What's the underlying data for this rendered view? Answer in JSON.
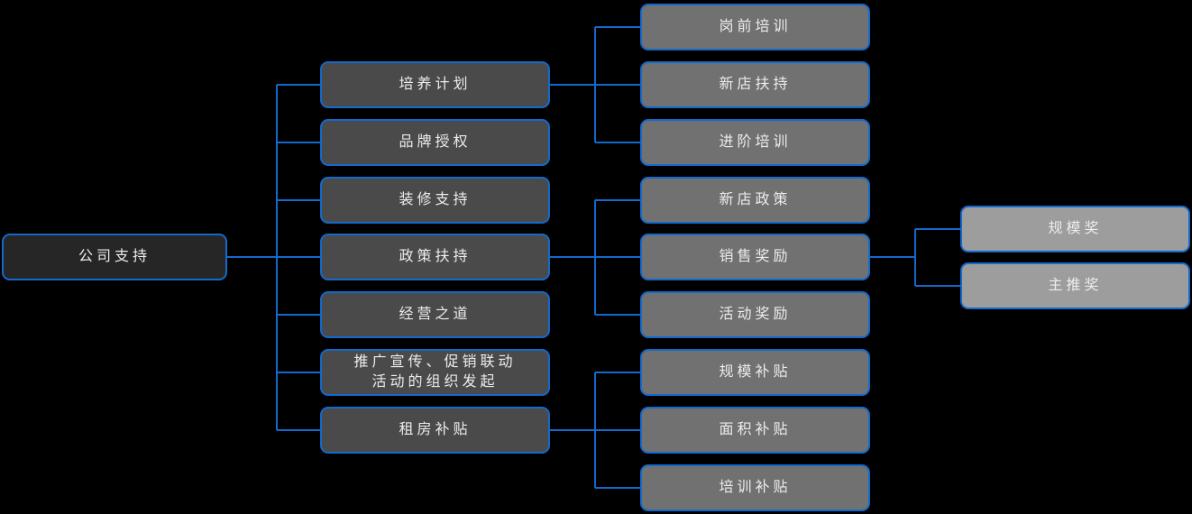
{
  "style": {
    "background": "#000000",
    "accent_blue": "#1369cd",
    "root_fill": "#262626",
    "level2_fill": "#4a4a4a",
    "level3_fill": "#717171",
    "level4_fill": "#9d9d9d",
    "text_color": "#ececec"
  },
  "tree": {
    "root": {
      "label": "公司支持"
    },
    "children": [
      {
        "label": "培养计划",
        "children": [
          {
            "label": "岗前培训"
          },
          {
            "label": "新店扶持"
          },
          {
            "label": "进阶培训"
          }
        ]
      },
      {
        "label": "品牌授权"
      },
      {
        "label": "装修支持"
      },
      {
        "label": "政策扶持",
        "children": [
          {
            "label": "新店政策"
          },
          {
            "label": "销售奖励",
            "children": [
              {
                "label": "规模奖"
              },
              {
                "label": "主推奖"
              }
            ]
          },
          {
            "label": "活动奖励"
          }
        ]
      },
      {
        "label": "经营之道"
      },
      {
        "label": "推广宣传、促销联动\n活动的组织发起"
      },
      {
        "label": "租房补贴",
        "children": [
          {
            "label": "规模补贴"
          },
          {
            "label": "面积补贴"
          },
          {
            "label": "培训补贴"
          }
        ]
      }
    ]
  }
}
